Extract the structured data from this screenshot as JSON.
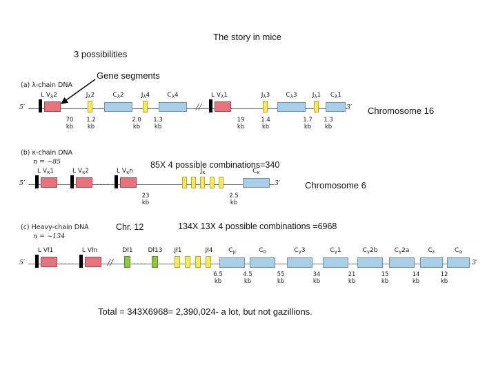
{
  "slide": {
    "title": "The story in mice",
    "possibilities_note": "3 possibilities",
    "gene_segments_callout": "Gene segments",
    "kappa_combinations": "85X 4 possible  combinations=340",
    "heavy_combinations": "134X 13X 4 possible combinations =6968",
    "chr12_note": "Chr. 12",
    "total_note": "Total = 343X6968= 2,390,024- a lot, but not gazillions.",
    "chromosome_lambda": "Chromosome 16",
    "chromosome_kappa": "Chromosome 6"
  },
  "colors": {
    "leader": "#000000",
    "variable": "#e8737c",
    "joining": "#f7ea52",
    "diversity": "#8cc63f",
    "constant": "#a9cfe8",
    "backbone": "#6f6f6f"
  },
  "panels": [
    {
      "id": "lambda",
      "caption": "(a) λ-chain DNA",
      "five_prime": "5′",
      "three_prime": "3′",
      "segments": [
        {
          "name": "L Vλ2",
          "type": "V"
        },
        {
          "name": "Jλ2",
          "type": "J"
        },
        {
          "name": "Cλ2",
          "type": "C"
        },
        {
          "name": "Jλ4",
          "type": "J"
        },
        {
          "name": "Cλ4",
          "type": "C"
        },
        {
          "name": "L Vλ1",
          "type": "V"
        },
        {
          "name": "Jλ3",
          "type": "J"
        },
        {
          "name": "Cλ3",
          "type": "C"
        },
        {
          "name": "Jλ1",
          "type": "J"
        },
        {
          "name": "Cλ1",
          "type": "C"
        }
      ],
      "distances": [
        "70 kb",
        "1.2 kb",
        "2.0 kb",
        "1.3 kb",
        "19 kb",
        "1.4 kb",
        "1.7 kb",
        "1.3 kb"
      ]
    },
    {
      "id": "kappa",
      "caption": "(b) κ-chain DNA",
      "n_label": "n = ~85",
      "five_prime": "5′",
      "three_prime": "3′",
      "segments": [
        {
          "name": "L Vκ1",
          "type": "V"
        },
        {
          "name": "L Vκ2",
          "type": "V"
        },
        {
          "name": "L Vκn",
          "type": "V"
        },
        {
          "name": "Jκ",
          "type": "J"
        },
        {
          "name": "Cκ",
          "type": "C"
        }
      ],
      "j_count": 5,
      "distances": [
        "23 kb",
        "2.5 kb"
      ]
    },
    {
      "id": "heavy",
      "caption": "(c) Heavy-chain DNA",
      "n_label": "n = ~134",
      "five_prime": "5′",
      "three_prime": "3′",
      "segments": [
        {
          "name": "L Vł1",
          "type": "V"
        },
        {
          "name": "L Vłn",
          "type": "V"
        },
        {
          "name": "Dł1",
          "type": "D"
        },
        {
          "name": "Dł13",
          "type": "D"
        },
        {
          "name": "Jł1",
          "type": "J"
        },
        {
          "name": "Jł4",
          "type": "J"
        },
        {
          "name": "Cμ",
          "type": "C"
        },
        {
          "name": "Cδ",
          "type": "C"
        },
        {
          "name": "Cγ3",
          "type": "C"
        },
        {
          "name": "Cγ1",
          "type": "C"
        },
        {
          "name": "Cγ2b",
          "type": "C"
        },
        {
          "name": "Cγ2a",
          "type": "C"
        },
        {
          "name": "Cε",
          "type": "C"
        },
        {
          "name": "Cα",
          "type": "C"
        }
      ],
      "j_count": 4,
      "distances": [
        "6.5 kb",
        "4.5 kb",
        "55 kb",
        "34 kb",
        "21 kb",
        "15 kb",
        "14 kb",
        "12 kb"
      ]
    }
  ]
}
